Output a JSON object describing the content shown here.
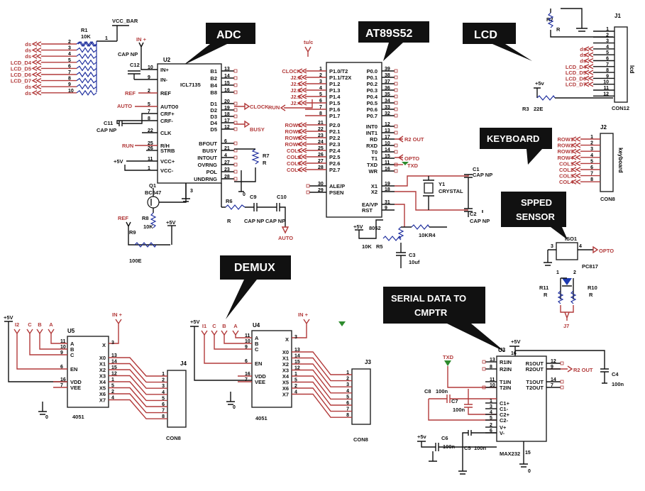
{
  "callouts": {
    "adc": "ADC",
    "mcu": "AT89S52",
    "lcd": "LCD",
    "keyboard": "KEYBOARD",
    "speed_1": "SPPED",
    "speed_2": "SENSOR",
    "demux": "DEMUX",
    "serial_1": "SERIAL DATA TO",
    "serial_2": "CMPTR"
  },
  "r1": {
    "ref": "R1",
    "value": "10K",
    "vcc": "VCC_BAR",
    "pin_com": "1",
    "nets": [
      "ds",
      "ds",
      "ds",
      "LCD_D4",
      "LCD_D5",
      "LCD_D6",
      "LCD_D7",
      "ds",
      "ds"
    ],
    "pins": [
      "2",
      "3",
      "4",
      "5",
      "6",
      "7",
      "8",
      "9",
      "10"
    ]
  },
  "adc": {
    "ref": "U2",
    "part": "ICL7135",
    "cap_c12": "C12",
    "cap_np_top": "CAP NP",
    "in_plus": "IN +",
    "ref_label": "REF",
    "auto_label": "AUTO",
    "c11": "C11",
    "c11_val": "CAP NP",
    "run_label": "RUN",
    "vcc_label": "+5V",
    "left_pins": [
      {
        "name": "IN+",
        "num": "10"
      },
      {
        "name": "IN-",
        "num": "9"
      },
      {
        "name": "REF",
        "num": "2"
      },
      {
        "name": "AUTO0",
        "num": "5"
      },
      {
        "name": "CRF+",
        "num": "7"
      },
      {
        "name": "CRF-",
        "num": "8"
      },
      {
        "name": "CLK",
        "num": "22"
      },
      {
        "name": "R/H",
        "num": "25"
      },
      {
        "name": "STRB",
        "num": "26"
      },
      {
        "name": "VCC+",
        "num": "11"
      },
      {
        "name": "VCC-",
        "num": "1"
      }
    ],
    "right_pins": [
      {
        "name": "B1",
        "num": "13"
      },
      {
        "name": "B2",
        "num": "14"
      },
      {
        "name": "B4",
        "num": "15"
      },
      {
        "name": "B8",
        "num": "16"
      },
      {
        "name": "D1",
        "num": "20"
      },
      {
        "name": "D2",
        "num": "19"
      },
      {
        "name": "D3",
        "num": "18"
      },
      {
        "name": "D4",
        "num": "17"
      },
      {
        "name": "D5",
        "num": "12"
      },
      {
        "name": "BFOUT",
        "num": "6"
      },
      {
        "name": "BUSY",
        "num": "21"
      },
      {
        "name": "INTOUT",
        "num": "4"
      },
      {
        "name": "OVRNG",
        "num": "27"
      },
      {
        "name": "POL",
        "num": "23"
      },
      {
        "name": "UNDRNG",
        "num": "28"
      }
    ],
    "gnd_pin": "3",
    "clock_label": "CLOCK",
    "busy_label": "BUSY",
    "r7": "R7",
    "r7_val": "R",
    "q1": "Q1",
    "q1_part": "BC547",
    "r8": "R8",
    "r8_val": "10K",
    "r9": "R9",
    "r9_val": "100E",
    "r9_ref": "REF",
    "r9_vcc": "+5V",
    "r6": "R6",
    "r6_val": "R",
    "c9": "C9",
    "c9_val": "CAP NP",
    "c10": "C10",
    "c10_val": "CAP NP",
    "auto0": "AUTO"
  },
  "mcu": {
    "tc": "tu/c",
    "run": "RUN",
    "p1_nets": [
      "CLOCK",
      "J2.0",
      "J2.1",
      "J2.2",
      "J2.3",
      "J2.4",
      "",
      ""
    ],
    "p1_pins": [
      {
        "name": "P1.0/T2",
        "num": "1"
      },
      {
        "name": "P1.1/T2X",
        "num": "2"
      },
      {
        "name": "P1.2",
        "num": "3"
      },
      {
        "name": "P1.3",
        "num": "4"
      },
      {
        "name": "P1.4",
        "num": "5"
      },
      {
        "name": "P1.5",
        "num": "6"
      },
      {
        "name": "P1.6",
        "num": "7"
      },
      {
        "name": "P1.7",
        "num": "8"
      }
    ],
    "p2_nets": [
      "ROW1",
      "ROW2",
      "ROW3",
      "ROW4",
      "COL1",
      "COL2",
      "COL3",
      "COL4"
    ],
    "p2_pins": [
      {
        "name": "P2.0",
        "num": "21"
      },
      {
        "name": "P2.1",
        "num": "22"
      },
      {
        "name": "P2.2",
        "num": "23"
      },
      {
        "name": "P2.3",
        "num": "24"
      },
      {
        "name": "P2.4",
        "num": "25"
      },
      {
        "name": "P2.5",
        "num": "26"
      },
      {
        "name": "P2.6",
        "num": "27"
      },
      {
        "name": "P2.7",
        "num": "28"
      }
    ],
    "ctrl_pins": [
      {
        "name": "ALE/P",
        "num": "30"
      },
      {
        "name": "PSEN",
        "num": "29"
      }
    ],
    "p0_pins": [
      {
        "name": "P0.0",
        "num": "39"
      },
      {
        "name": "P0.1",
        "num": "38"
      },
      {
        "name": "P0.2",
        "num": "37"
      },
      {
        "name": "P0.3",
        "num": "36"
      },
      {
        "name": "P0.4",
        "num": "35"
      },
      {
        "name": "P0.5",
        "num": "34"
      },
      {
        "name": "P0.6",
        "num": "33"
      },
      {
        "name": "P0.7",
        "num": "32"
      }
    ],
    "p3_pins": [
      {
        "name": "INT0",
        "num": "12"
      },
      {
        "name": "INT1",
        "num": "13"
      },
      {
        "name": "RD",
        "num": "17"
      },
      {
        "name": "RXD",
        "num": "10"
      },
      {
        "name": "T0",
        "num": "14"
      },
      {
        "name": "T1",
        "num": "15"
      },
      {
        "name": "TXD",
        "num": "11"
      },
      {
        "name": "WR",
        "num": "16"
      }
    ],
    "x_pins": [
      {
        "name": "X1",
        "num": "19"
      },
      {
        "name": "X2",
        "num": "18"
      }
    ],
    "ea_pins": [
      {
        "name": "EA/VP",
        "num": "31"
      },
      {
        "name": "RST",
        "num": "9"
      }
    ],
    "r2out": "R2 OUT",
    "opto": "OPTO",
    "txd": "TXD",
    "c1": "C1",
    "c1_val": "CAP NP",
    "y1": "Y1",
    "y1_val": "CRYSTAL",
    "c2": "C2",
    "c2_val": "CAP NP",
    "r4_val": "10K",
    "r4": "R4",
    "vcc": "+5V",
    "part": "8052",
    "r5_val": "10K",
    "r5": "R5",
    "c3": "C3",
    "c3_val": "10uf"
  },
  "lcd": {
    "r2": "R2",
    "r2_val": "R",
    "j1": "J1",
    "con": "CON12",
    "side": "lcd",
    "vcc": "+5v",
    "r3_val": "R3",
    "r3_part": "22E",
    "nets": [
      "",
      "",
      "",
      "ds",
      "ds",
      "ds",
      "LCD_D4",
      "LCD_D5",
      "LCD_D6",
      "LCD_D7",
      "",
      ""
    ],
    "pins": [
      "1",
      "2",
      "3",
      "4",
      "5",
      "6",
      "7",
      "8",
      "9",
      "10",
      "11",
      "12"
    ]
  },
  "keyboard": {
    "j2": "J2",
    "con": "CON8",
    "side": "keyboard",
    "nets": [
      "ROW1",
      "ROW2",
      "ROW3",
      "ROW4",
      "COL1",
      "COL2",
      "COL3",
      "COL4"
    ],
    "pins": [
      "1",
      "2",
      "3",
      "4",
      "5",
      "6",
      "7",
      "8"
    ]
  },
  "speed": {
    "iso": "ISO1",
    "part": "PC817",
    "opto": "OPTO",
    "pin3": "3",
    "pin4": "4",
    "pin1": "1",
    "pin2": "2",
    "r11": "R11",
    "r11_val": "R",
    "r10": "R10",
    "r10_val": "R",
    "j7": "J7"
  },
  "demux_left": {
    "ref": "U5",
    "part": "4051",
    "j": "J4",
    "con": "CON8",
    "vcc": "+5V",
    "in_plus": "IN +",
    "sel_labels": [
      "I2",
      "C",
      "B",
      "A"
    ],
    "left_pins": [
      {
        "name": "A",
        "num": "11"
      },
      {
        "name": "B",
        "num": "10"
      },
      {
        "name": "C",
        "num": "9"
      },
      {
        "name": "EN",
        "num": "6"
      },
      {
        "name": "VDD",
        "num": "16"
      },
      {
        "name": "VEE",
        "num": "7"
      }
    ],
    "x_pin": {
      "name": "X",
      "num": "3"
    },
    "out_pins": [
      {
        "name": "X0",
        "num": "13"
      },
      {
        "name": "X1",
        "num": "14"
      },
      {
        "name": "X2",
        "num": "15"
      },
      {
        "name": "X3",
        "num": "12"
      },
      {
        "name": "X4",
        "num": "1"
      },
      {
        "name": "X5",
        "num": "5"
      },
      {
        "name": "X6",
        "num": "2"
      },
      {
        "name": "X7",
        "num": "4"
      }
    ],
    "gnd": "0",
    "j_pins": [
      "1",
      "2",
      "3",
      "4",
      "5",
      "6",
      "7",
      "8"
    ]
  },
  "demux_right": {
    "ref": "U4",
    "part": "4051",
    "j": "J3",
    "con": "CON8",
    "vcc": "+5V",
    "in_plus": "IN +",
    "sel_labels": [
      "I1",
      "C",
      "B",
      "A"
    ],
    "left_pins": [
      {
        "name": "A",
        "num": "11"
      },
      {
        "name": "B",
        "num": "10"
      },
      {
        "name": "C",
        "num": "9"
      },
      {
        "name": "EN",
        "num": "6"
      },
      {
        "name": "VDD",
        "num": "16"
      },
      {
        "name": "VEE",
        "num": "7"
      }
    ],
    "x_pin": {
      "name": "X",
      "num": "3"
    },
    "out_pins": [
      {
        "name": "X0",
        "num": "13"
      },
      {
        "name": "X1",
        "num": "14"
      },
      {
        "name": "X2",
        "num": "15"
      },
      {
        "name": "X3",
        "num": "12"
      },
      {
        "name": "X4",
        "num": "1"
      },
      {
        "name": "X5",
        "num": "5"
      },
      {
        "name": "X6",
        "num": "2"
      },
      {
        "name": "X7",
        "num": "4"
      }
    ],
    "gnd": "0",
    "j_pins": [
      "1",
      "2",
      "3",
      "4",
      "5",
      "6",
      "7",
      "8"
    ]
  },
  "serial": {
    "ref": "U3",
    "part": "MAX232",
    "vcc": "+5V",
    "txd": "TXD",
    "r2out": "R2 OUT",
    "c4": "C4",
    "c4_val": "100n",
    "c6": "C6",
    "c6_val": "100n",
    "c8": "C8",
    "c8_val": "100n",
    "c7": "C7",
    "c7_val": "100n",
    "c5": "C5",
    "c5_val": "100n",
    "vcc2": "+5v",
    "left_pins": [
      {
        "name": "R1IN",
        "num": "13"
      },
      {
        "name": "R2IN",
        "num": "8"
      },
      {
        "name": "T1IN",
        "num": "11"
      },
      {
        "name": "T2IN",
        "num": "10"
      },
      {
        "name": "C1+",
        "num": "1"
      },
      {
        "name": "C1-",
        "num": "3"
      },
      {
        "name": "C2+",
        "num": "4"
      },
      {
        "name": "C2-",
        "num": "5"
      },
      {
        "name": "V+",
        "num": "2"
      },
      {
        "name": "V-",
        "num": "6"
      }
    ],
    "right_pins": [
      {
        "name": "R1OUT",
        "num": "12"
      },
      {
        "name": "R2OUT",
        "num": "9"
      },
      {
        "name": "T1OUT",
        "num": "14"
      },
      {
        "name": "T2OUT",
        "num": "7"
      }
    ],
    "pin16": "16",
    "pin15": "15",
    "gnd": "0"
  }
}
